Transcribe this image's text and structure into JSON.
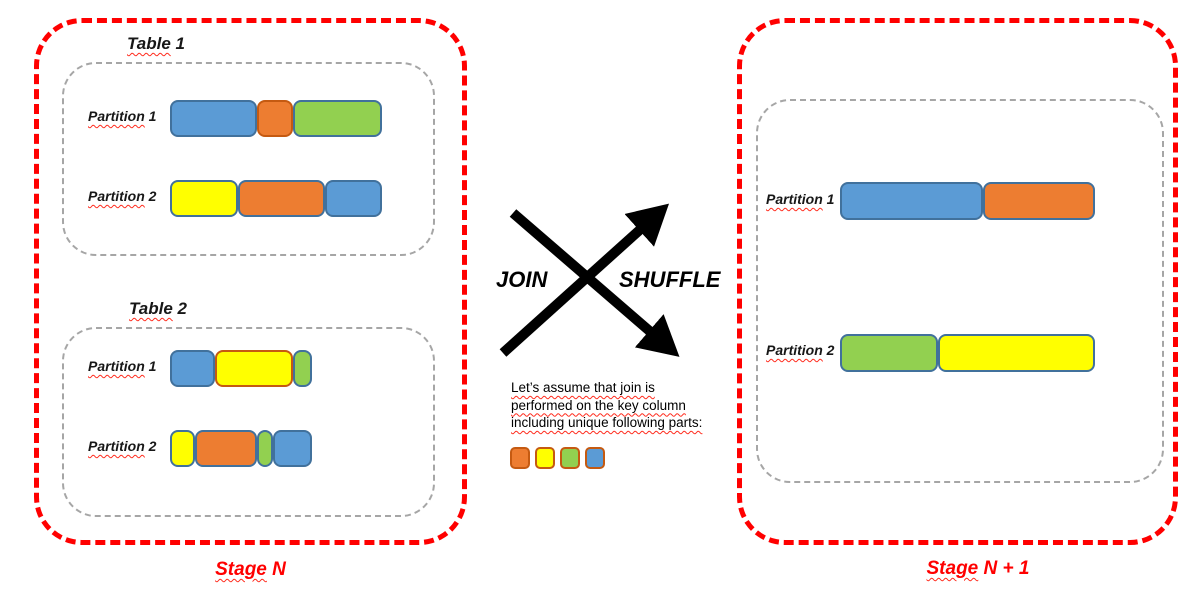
{
  "palette": {
    "blue": "#5B9BD5",
    "orange": "#ED7D31",
    "green": "#92D050",
    "yellow": "#FFFF00",
    "blue_border": "#41719C",
    "orange_border": "#C55A11",
    "red_accent": "#FF0000",
    "gray_dash": "#A6A6A6",
    "arrow_black": "#000000"
  },
  "left_stage": {
    "caption_u": "Stage",
    "caption_rest": " N",
    "tables": [
      {
        "title_u": "Table",
        "title_rest": " 1",
        "partitions": [
          {
            "label_u": "Partition",
            "label_rest": " 1",
            "blocks": [
              {
                "color": "blue",
                "border": "blue",
                "w": 87
              },
              {
                "color": "orange",
                "border": "orange",
                "w": 36
              },
              {
                "color": "green",
                "border": "blue",
                "w": 89
              }
            ]
          },
          {
            "label_u": "Partition",
            "label_rest": " 2",
            "blocks": [
              {
                "color": "yellow",
                "border": "blue",
                "w": 68
              },
              {
                "color": "orange",
                "border": "blue",
                "w": 87
              },
              {
                "color": "blue",
                "border": "blue",
                "w": 57
              }
            ]
          }
        ]
      },
      {
        "title_u": "Table",
        "title_rest": " 2",
        "partitions": [
          {
            "label_u": "Partition",
            "label_rest": " 1",
            "blocks": [
              {
                "color": "blue",
                "border": "blue",
                "w": 45
              },
              {
                "color": "yellow",
                "border": "orange",
                "w": 78
              },
              {
                "color": "green",
                "border": "blue",
                "w": 19
              }
            ]
          },
          {
            "label_u": "Partition",
            "label_rest": " 2",
            "blocks": [
              {
                "color": "yellow",
                "border": "blue",
                "w": 25
              },
              {
                "color": "orange",
                "border": "blue",
                "w": 62
              },
              {
                "color": "green",
                "border": "blue",
                "w": 16
              },
              {
                "color": "blue",
                "border": "blue",
                "w": 39
              }
            ]
          }
        ]
      }
    ]
  },
  "right_stage": {
    "caption_u": "Stage",
    "caption_rest": " N + 1",
    "partitions": [
      {
        "label_u": "Partition",
        "label_rest": " 1",
        "blocks": [
          {
            "color": "blue",
            "border": "blue",
            "w": 143
          },
          {
            "color": "orange",
            "border": "blue",
            "w": 112
          }
        ]
      },
      {
        "label_u": "Partition",
        "label_rest": " 2",
        "blocks": [
          {
            "color": "green",
            "border": "blue",
            "w": 98
          },
          {
            "color": "yellow",
            "border": "blue",
            "w": 157
          }
        ]
      }
    ]
  },
  "center": {
    "join_label": "JOIN",
    "shuffle_label": "SHUFFLE",
    "note": "Let’s assume that join is performed on the key column including unique following parts:",
    "key_parts": [
      {
        "color": "orange",
        "border": "orange",
        "w": 20
      },
      {
        "color": "yellow",
        "border": "orange",
        "w": 20
      },
      {
        "color": "green",
        "border": "orange",
        "w": 20
      },
      {
        "color": "blue",
        "border": "orange",
        "w": 20
      }
    ]
  }
}
